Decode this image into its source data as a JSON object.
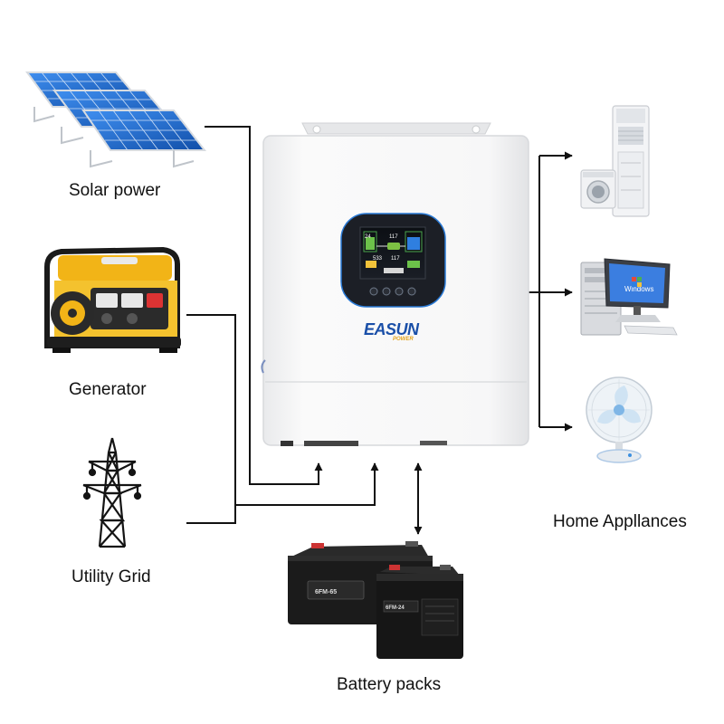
{
  "labels": {
    "solar": "Solar power",
    "generator": "Generator",
    "grid": "Utility Grid",
    "battery": "Battery packs",
    "home": "Home Appllances"
  },
  "inverter": {
    "brand_top": "EASUN",
    "brand_sub": "POWER",
    "lcd_readouts": [
      "24",
      "117",
      "533",
      "117"
    ]
  },
  "battery_models": [
    "6FM-65",
    "6FM-24"
  ],
  "monitor_text": "Windows",
  "colors": {
    "line": "#111111",
    "inverter_body": "#f4f5f6",
    "panel_blue": "#1f6fd1",
    "generator_yellow": "#f2b417",
    "battery_black": "#1b1b1b",
    "brand_blue": "#1a4fa8"
  }
}
